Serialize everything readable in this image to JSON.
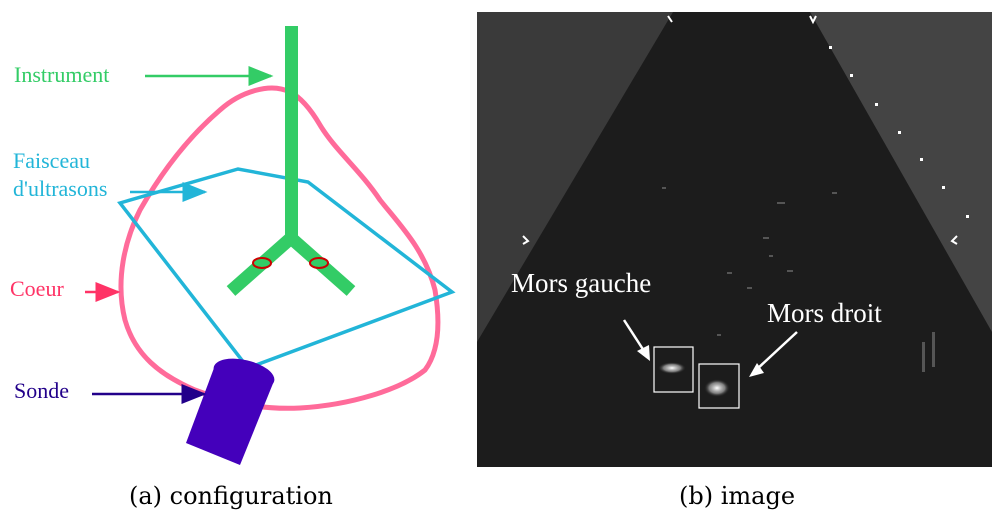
{
  "configuration": {
    "labels": {
      "instrument": "Instrument",
      "faisceau_line1": "Faisceau",
      "faisceau_line2": "d'ultrasons",
      "coeur": "Coeur",
      "sonde": "Sonde"
    },
    "colors": {
      "instrument": "#33cc66",
      "beam": "#22b5d8",
      "heart": "#ff6b9a",
      "probe": "#4400bb",
      "probe_label": "#22008a",
      "jaw_marker": "#cc0000",
      "coeur_label": "#ff3366"
    },
    "caption": "(a) configuration"
  },
  "image": {
    "labels": {
      "left_jaw": "Mors gauche",
      "right_jaw": "Mors droit"
    },
    "colors": {
      "background": "#3a3a3a",
      "cone": "#1c1c1c",
      "text": "#ffffff"
    },
    "caption": "(b) image"
  }
}
